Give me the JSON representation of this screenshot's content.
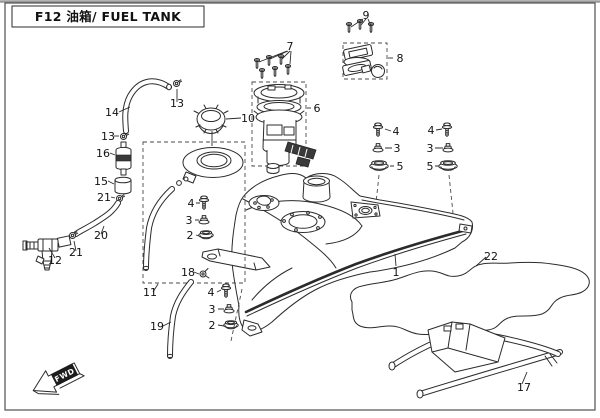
{
  "page": {
    "title": "F12 油箱/ FUEL TANK",
    "background": "#ffffff",
    "line_color": "#2b2b2b",
    "border_color": "#555555"
  },
  "direction_arrow": {
    "label": "FWD"
  },
  "callouts": [
    {
      "label": "9"
    },
    {
      "label": "8"
    },
    {
      "label": "7"
    },
    {
      "label": "6"
    },
    {
      "label": "10"
    },
    {
      "label": "14"
    },
    {
      "label": "13"
    },
    {
      "label": "13"
    },
    {
      "label": "16"
    },
    {
      "label": "15"
    },
    {
      "label": "21"
    },
    {
      "label": "20"
    },
    {
      "label": "21"
    },
    {
      "label": "12"
    },
    {
      "label": "4"
    },
    {
      "label": "3"
    },
    {
      "label": "2"
    },
    {
      "label": "18"
    },
    {
      "label": "11"
    },
    {
      "label": "19"
    },
    {
      "label": "4"
    },
    {
      "label": "3"
    },
    {
      "label": "2"
    },
    {
      "label": "4"
    },
    {
      "label": "3"
    },
    {
      "label": "5"
    },
    {
      "label": "4"
    },
    {
      "label": "3"
    },
    {
      "label": "5"
    },
    {
      "label": "1"
    },
    {
      "label": "22"
    },
    {
      "label": "17"
    }
  ]
}
